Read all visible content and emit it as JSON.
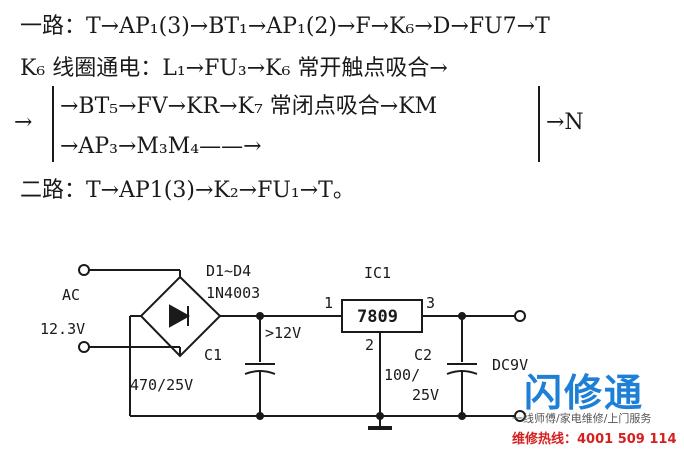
{
  "text": {
    "line1": "一路：T→AP₁(3)→BT₁→AP₁(2)→F→K₆→D→FU7→T",
    "line2": "K₆ 线圈通电：L₁→FU₃→K₆ 常开触点吸合→",
    "line3_arrow": "→",
    "line3a": "→BT₅→FV→KR→K₇ 常闭点吸合→KM",
    "line3_end": "→N",
    "line4a": "→AP₃→M₃M₄——→",
    "line5": "二路：T→AP1(3)→K₂→FU₁→T。"
  },
  "circuit": {
    "ac_label": "AC",
    "voltage_label": "12.3V",
    "diode_label": "D1~D4",
    "diode_part": "1N4003",
    "ic_label": "IC1",
    "ic_part": "7809",
    "pin1": "1",
    "pin2": "2",
    "pin3": "3",
    "vin_label": ">12V",
    "c1_label": "C1",
    "c1_value": "470/25V",
    "c2_label": "C2",
    "c2_value": "100/",
    "c2_voltage": "25V",
    "out_label": "DC9V"
  },
  "watermark": {
    "brand": "闪修通",
    "tagline": "一线师傅/家电维修/上门服务",
    "hotline": "维修热线：4001 509 114",
    "brand_color": "#1e7fd6",
    "hotline_color": "#d62020"
  }
}
